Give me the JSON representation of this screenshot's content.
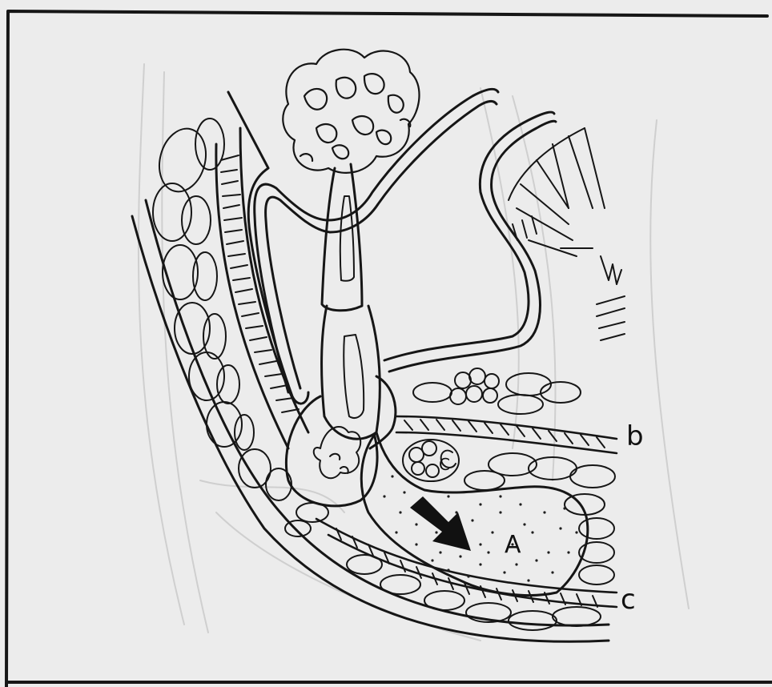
{
  "labels": {
    "b": "b",
    "c": "c",
    "cyst": "A",
    "inner": "C"
  }
}
